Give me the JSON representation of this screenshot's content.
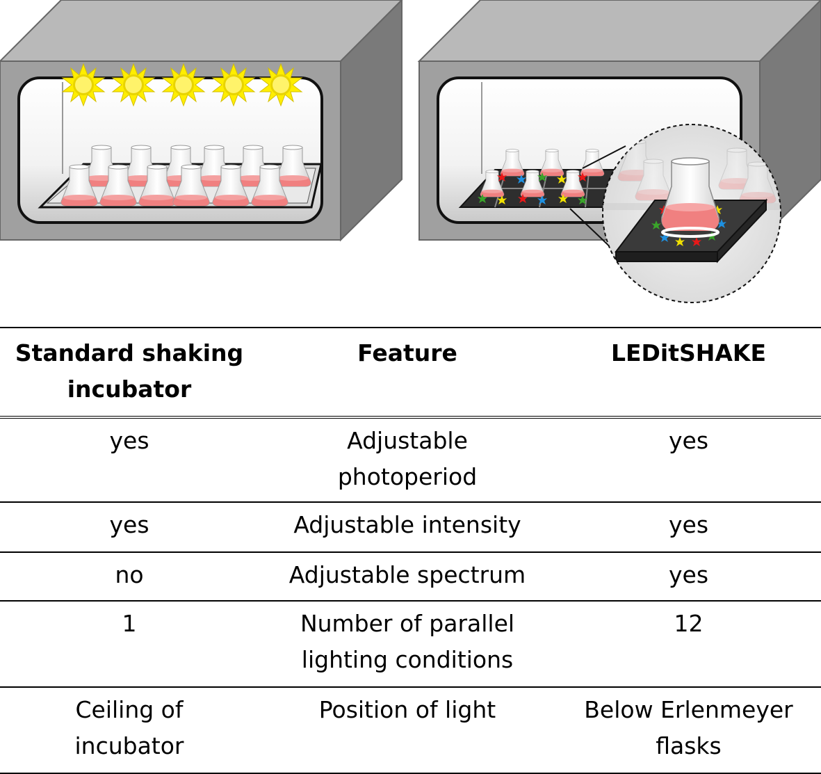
{
  "table": {
    "headers": [
      "Standard shaking\nincubator",
      "Feature",
      "LEDitSHAKE"
    ],
    "rows": [
      [
        "yes",
        "Adjustable\nphotoperiod",
        "yes"
      ],
      [
        "yes",
        "Adjustable intensity",
        "yes"
      ],
      [
        "no",
        "Adjustable spectrum",
        "yes"
      ],
      [
        "1",
        "Number of parallel\nlighting conditions",
        "12"
      ],
      [
        "Ceiling of\nincubator",
        "Position of light",
        "Below Erlenmeyer\nflasks"
      ]
    ]
  },
  "colors": {
    "cabinet_front": "#a0a0a0",
    "cabinet_top": "#b9b9b9",
    "cabinet_side": "#7a7a7a",
    "sun": "#ffee00",
    "liquid": "#f08080",
    "platform": "#3a3a3a",
    "led_red": "#e81818",
    "led_green": "#3aa52a",
    "led_blue": "#1e90e0",
    "led_yellow": "#f0e000"
  },
  "icons": [
    "sun-icon",
    "erlenmeyer-flask-icon",
    "led-icon",
    "shaking-platform"
  ]
}
